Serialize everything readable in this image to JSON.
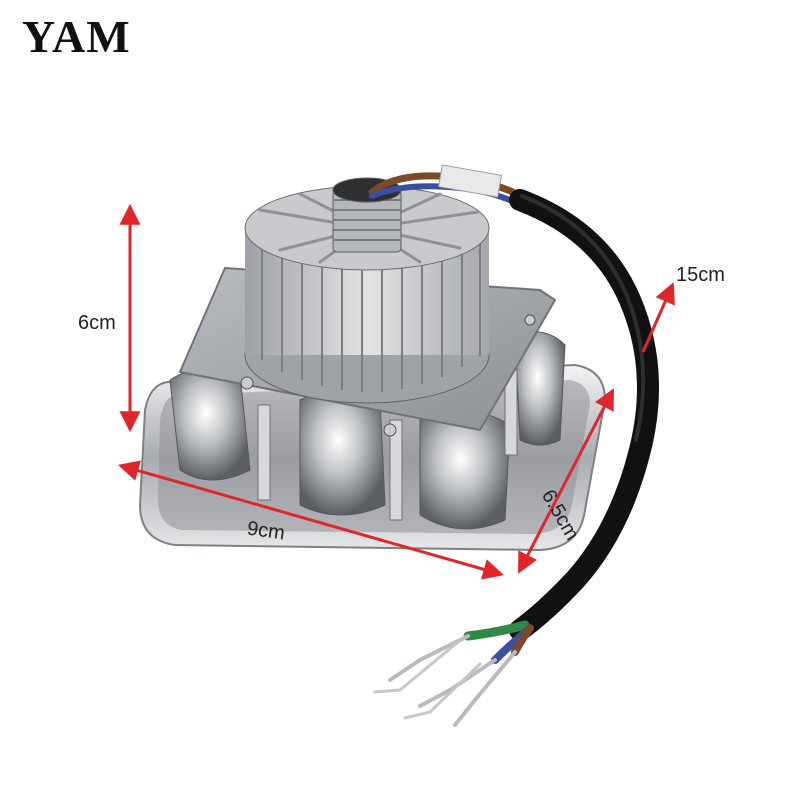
{
  "brand": {
    "text": "YAM"
  },
  "dimensions": {
    "height": "6cm",
    "width": "9cm",
    "depth": "6.5cm",
    "cable": "15cm"
  },
  "colors": {
    "arrow": "#e0262a",
    "chrome": "#c7c9cc",
    "heatsink": "#b9bcc0",
    "cable": "#111111",
    "wire_green": "#2f8a4a",
    "wire_blue": "#3a4fa0",
    "wire_brown": "#7a4a2a"
  }
}
